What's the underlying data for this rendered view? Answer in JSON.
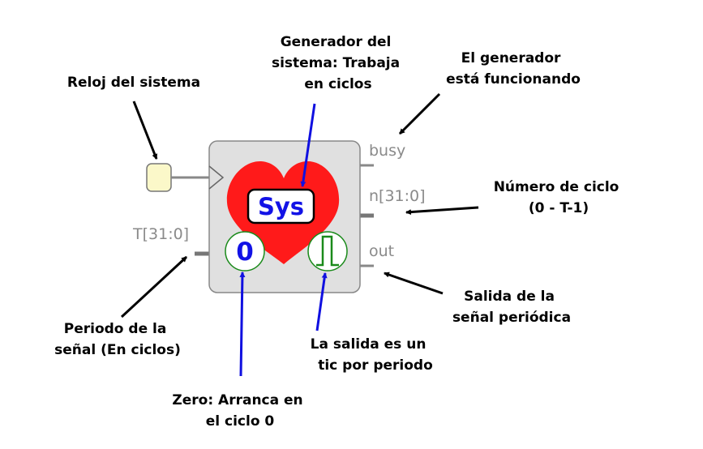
{
  "block": {
    "center_label": "Sys",
    "zero_label": "0",
    "heart_color": "#ff1a1a",
    "body_color": "#e0e0e0",
    "label_color": "#1212e6",
    "pulse_color": "#1a8a1a"
  },
  "ports": {
    "busy": "busy",
    "n": "n[31:0]",
    "out": "out",
    "t": "T[31:0]"
  },
  "annotations": {
    "reloj": "Reloj del sistema",
    "generador": [
      "Generador del",
      "sistema: Trabaja",
      "en ciclos"
    ],
    "funcionando": [
      "El generador",
      "está funcionando"
    ],
    "numero": [
      "Número de ciclo",
      "(0 - T-1)"
    ],
    "salida_senal": [
      "Salida de la",
      "señal periódica"
    ],
    "periodo": [
      "Periodo de la",
      "señal (En ciclos)"
    ],
    "salida_tic": [
      "La salida es un",
      "tic por periodo"
    ],
    "zero": [
      "Zero: Arranca en",
      "el ciclo 0"
    ]
  }
}
